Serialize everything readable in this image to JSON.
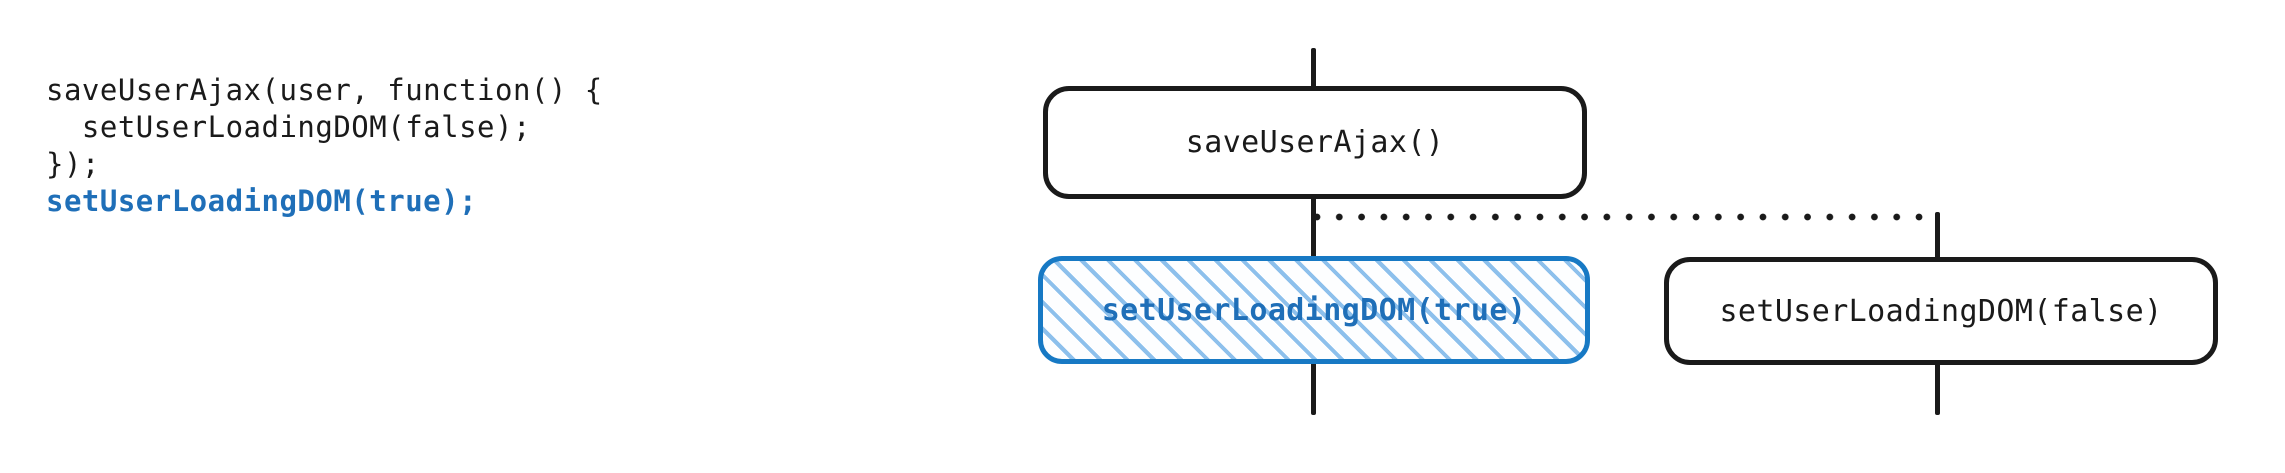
{
  "code_panel": {
    "name": "javascript-snippet",
    "lines": [
      {
        "text": "saveUserAjax(user, function() {",
        "accent": false
      },
      {
        "text": "  setUserLoadingDOM(false);",
        "accent": false
      },
      {
        "text": "});",
        "accent": false
      },
      {
        "text": "setUserLoadingDOM(true);",
        "accent": true
      }
    ]
  },
  "diagram": {
    "name": "execution-sequence-diagram",
    "nodes": {
      "save_user_ajax": "saveUserAjax()",
      "set_loading_true": "setUserLoadingDOM(true)",
      "set_loading_false": "setUserLoadingDOM(false)"
    },
    "connector": {
      "style": "dotted",
      "from": "save_user_ajax",
      "to": "set_loading_false"
    }
  },
  "colors": {
    "ink": "#1a1a1a",
    "accent_blue": "#1f6fb8",
    "node_border_blue": "#1779c4",
    "hatch_blue": "#8dc0ec",
    "background": "#ffffff"
  }
}
